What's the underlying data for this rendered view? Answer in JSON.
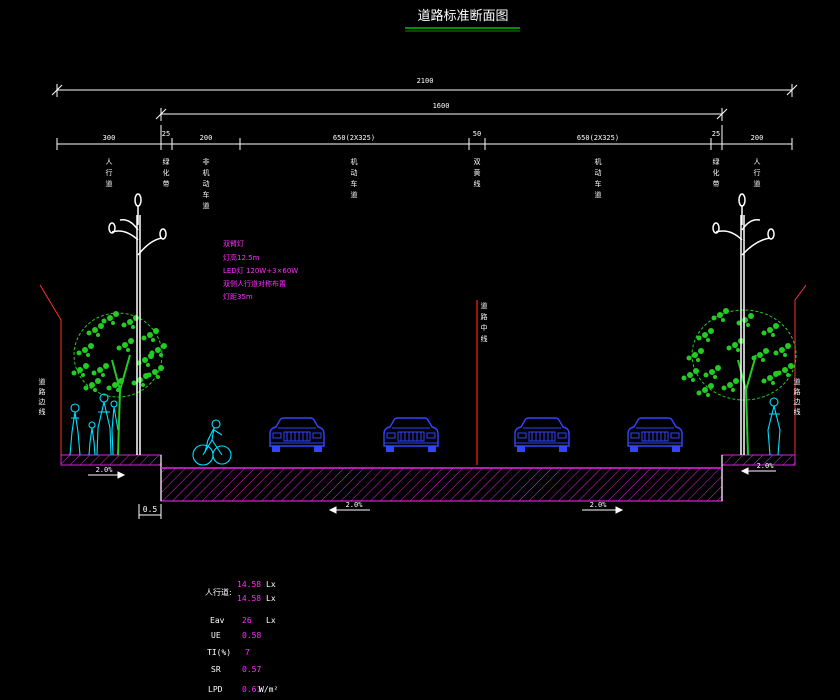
{
  "title": "道路标准断面图",
  "dimensions": {
    "total": "2100",
    "carriageway_total": "1600",
    "segments": [
      "300",
      "25",
      "200",
      "650(2X325)",
      "50",
      "650(2X325)",
      "25",
      "200"
    ]
  },
  "zones": {
    "left_sidewalk": "人行道",
    "left_greenbelt": "绿化带",
    "left_nonmotor": "非机动车道",
    "left_motor": "机动车道",
    "median": "双黄线",
    "right_motor": "机动车道",
    "right_greenbelt": "绿化带",
    "right_sidewalk": "人行道"
  },
  "side_labels": {
    "left_edge": "道路边线",
    "right_edge": "道路边线",
    "centerline": "道路中线"
  },
  "lamp_notes": [
    "双臂灯",
    "灯高12.5m",
    "LED灯 120W+3×60W",
    "双侧人行道对称布置",
    "灯距35m"
  ],
  "slopes": {
    "left_sidewalk": "2.0%",
    "right_sidewalk": "2.0%",
    "road_left": "2.0%",
    "road_right": "2.0%"
  },
  "curb_dim": "0.5",
  "metrics": {
    "sidewalk_label": "人行道:",
    "sidewalk_val1": "14.58",
    "sidewalk_unit1": "Lx",
    "sidewalk_val2": "14.58",
    "sidewalk_unit2": "Lx",
    "eav_label": "Eav",
    "eav_val": "26",
    "eav_unit": "Lx",
    "ue_label": "UE",
    "ue_val": "0.58",
    "ti_label": "TI(%)",
    "ti_val": "7",
    "sr_label": "SR",
    "sr_val": "0.57",
    "lpd_label": "LPD",
    "lpd_val": "0.61",
    "lpd_unit": "W/m²"
  },
  "colors": {
    "background": "#000000",
    "dimension": "#ffffff",
    "title_underline": "#00c000",
    "pavement": "#e020e0",
    "tree": "#22cc22",
    "lamp": "#ffffff",
    "car": "#3344ff",
    "pedestrian": "#00e0ff",
    "notes": "#ff30ff",
    "centerline": "#ff2020",
    "edge": "#ff3030"
  }
}
